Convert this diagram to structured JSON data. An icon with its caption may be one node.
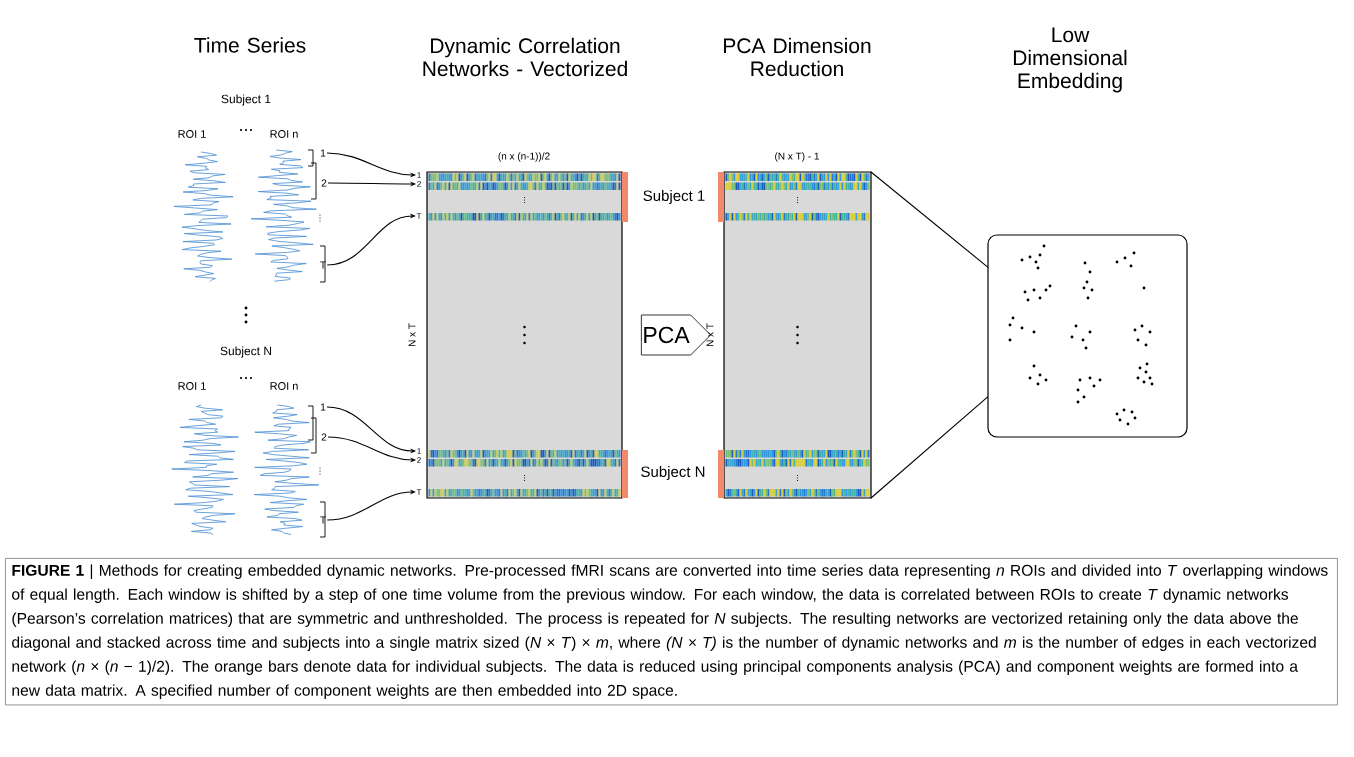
{
  "diagram": {
    "caption": "**FIGURE 1** | Methods for creating embedded dynamic networks. Pre-processed fMRI scans are converted into time series data representing *n* ROIs and divided into *T* overlapping windows of equal length. Each window is shifted by a step of one time volume from the previous window. For each window, the data is correlated between ROIs to create *T* dynamic networks (Pearson’s correlation matrices) that are symmetric and unthresholded. The process is repeated for *N* subjects. The resulting networks are vectorized retaining only the data above the diagonal and stacked across time and subjects into a single matrix sized (*N* × *T*) × *m*, where *(N × T)* is the number of dynamic networks and *m* is the number of edges in each vectorized network (*n* × (*n* − 1)/2). The orange bars denote data for individual subjects. The data is reduced using principal components analysis (PCA) and component weights are formed into a new data matrix. A specified number of component weights are then embedded into 2D space.",
    "nodes": [
      {
        "text": [
          "1"
        ]
      },
      {
        "text": [
          "2"
        ]
      },
      {
        "text": [
          "T"
        ]
      },
      {
        "text": [
          "1"
        ]
      },
      {
        "text": [
          "2"
        ]
      },
      {
        "text": [
          "T"
        ]
      },
      {
        "text": [
          "1"
        ]
      },
      {
        "text": [
          "2"
        ]
      },
      {
        "text": [
          "T"
        ]
      },
      {
        "text": [
          "1"
        ]
      },
      {
        "text": [
          "2"
        ]
      },
      {
        "text": [
          "T"
        ]
      },
      {
        "text": [],
        "shape": "box"
      },
      {
        "text": [
          "PCA"
        ]
      },
      {
        "text": [],
        "shape": "box"
      },
      {
        "text": [],
        "shape": "box"
      }
    ],
    "edges": [
      {
        "from": 0,
        "to": 3,
        "arrow": "to"
      },
      {
        "from": 1,
        "to": 4,
        "arrow": "to"
      },
      {
        "from": 2,
        "to": 5,
        "arrow": "to"
      },
      {
        "from": 6,
        "to": 9,
        "arrow": "to"
      },
      {
        "from": 7,
        "to": 10,
        "arrow": "to"
      },
      {
        "from": 8,
        "to": 11,
        "arrow": "to"
      },
      {
        "from": 14,
        "to": 15,
        "arrow": "none"
      },
      {
        "from": 14,
        "to": 15,
        "arrow": "none"
      }
    ],
    "labels": [
      "Time Series",
      "Dynamic Correlation Networks - Vectorized",
      "PCA Dimension Reduction",
      "Low Dimensional Embedding",
      "Subject 1",
      "ROI 1",
      "ROI n",
      "(n x (n-1))/2",
      "(N x T) - 1",
      "Subject 1",
      "N x T",
      "N x T",
      "Subject N",
      "ROI 1",
      "ROI n",
      "Subject N"
    ]
  }
}
